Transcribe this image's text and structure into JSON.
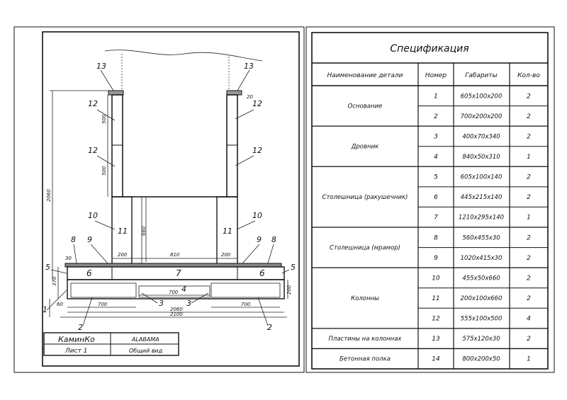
{
  "title_block": {
    "company": "КаминКо",
    "project": "ALABAMA",
    "sheet": "Лист 1",
    "view": "Общий вид"
  },
  "spec": {
    "title": "Спецификация",
    "headers": [
      "Наименование детали",
      "Номер",
      "Габариты",
      "Кол-во"
    ],
    "groups": [
      {
        "name": "Основание",
        "rows": [
          {
            "num": "1",
            "dims": "605x100x200",
            "qty": "2"
          },
          {
            "num": "2",
            "dims": "700x200x200",
            "qty": "2"
          }
        ]
      },
      {
        "name": "Дровник",
        "rows": [
          {
            "num": "3",
            "dims": "400x70x340",
            "qty": "2"
          },
          {
            "num": "4",
            "dims": "840x50x310",
            "qty": "1"
          }
        ]
      },
      {
        "name": "Столешница (ракушечник)",
        "rows": [
          {
            "num": "5",
            "dims": "605x100x140",
            "qty": "2"
          },
          {
            "num": "6",
            "dims": "445x215x140",
            "qty": "2"
          },
          {
            "num": "7",
            "dims": "1210x295x140",
            "qty": "1"
          }
        ]
      },
      {
        "name": "Столешница (мрамор)",
        "rows": [
          {
            "num": "8",
            "dims": "560x455x30",
            "qty": "2"
          },
          {
            "num": "9",
            "dims": "1020x415x30",
            "qty": "2"
          }
        ]
      },
      {
        "name": "Колонны",
        "rows": [
          {
            "num": "10",
            "dims": "455x50x660",
            "qty": "2"
          },
          {
            "num": "11",
            "dims": "200x100x660",
            "qty": "2"
          },
          {
            "num": "12",
            "dims": "555x100x500",
            "qty": "4"
          }
        ]
      },
      {
        "name": "Пластины на колоннах",
        "rows": [
          {
            "num": "13",
            "dims": "575x120x30",
            "qty": "2"
          }
        ]
      },
      {
        "name": "Бетонная полка",
        "rows": [
          {
            "num": "14",
            "dims": "800x200x50",
            "qty": "1"
          }
        ]
      }
    ]
  },
  "drawing": {
    "part_labels": {
      "p13l": "13",
      "p13r": "13",
      "p12a": "12",
      "p12b": "12",
      "p12c": "12",
      "p12d": "12",
      "p10l": "10",
      "p10r": "10",
      "p11l": "11",
      "p11r": "11",
      "p9l": "9",
      "p9r": "9",
      "p8l": "8",
      "p8r": "8",
      "p5l": "5",
      "p5r": "5",
      "p6l": "6",
      "p6r": "6",
      "p7": "7",
      "p4": "4",
      "p3l": "3",
      "p3r": "3",
      "p2l": "2",
      "p2r": "2",
      "p1": "1"
    },
    "dims": {
      "d500a": "500",
      "d500b": "500",
      "d2060": "2060",
      "d660": "660",
      "d20": "20",
      "d30": "30",
      "d200a": "200",
      "d810": "810",
      "d200b": "200",
      "d370": "370",
      "d200c": "200",
      "d700a": "700",
      "d700b": "700",
      "d700c": "700",
      "d2060b": "2060",
      "d2100": "2100",
      "d60": "60"
    }
  }
}
